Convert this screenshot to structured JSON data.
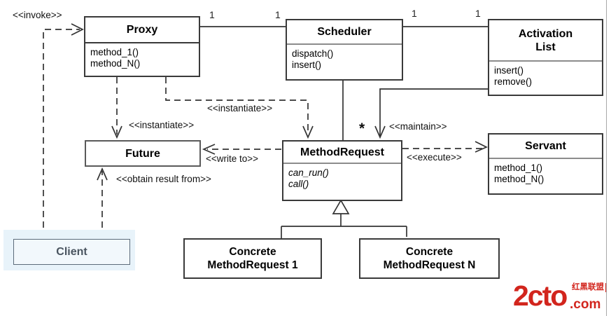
{
  "diagram": {
    "classes": {
      "proxy": {
        "title": "Proxy",
        "methods": [
          "method_1()",
          "method_N()"
        ]
      },
      "scheduler": {
        "title": "Scheduler",
        "methods": [
          "dispatch()",
          "insert()"
        ]
      },
      "activation_list": {
        "title_line1": "Activation",
        "title_line2": "List",
        "methods": [
          "insert()",
          "remove()"
        ]
      },
      "future": {
        "title": "Future"
      },
      "method_request": {
        "title": "MethodRequest",
        "methods": [
          "can_run()",
          "call()"
        ]
      },
      "servant": {
        "title": "Servant",
        "methods": [
          "method_1()",
          "method_N()"
        ]
      },
      "client": {
        "title": "Client"
      },
      "concrete_1": {
        "title_line1": "Concrete",
        "title_line2": "MethodRequest 1"
      },
      "concrete_n": {
        "title_line1": "Concrete",
        "title_line2": "MethodRequest N"
      }
    },
    "labels": {
      "invoke": "<<invoke>>",
      "instantiate_upper": "<<instantiate>>",
      "instantiate_lower": "<<instantiate>>",
      "write_to": "<<write to>>",
      "obtain_result": "<<obtain result from>>",
      "maintain": "<<maintain>>",
      "execute": "<<execute>>"
    },
    "multiplicities": {
      "proxy_scheduler_left": "1",
      "proxy_scheduler_right": "1",
      "scheduler_activation_left": "1",
      "scheduler_activation_right": "1",
      "method_request_many": "*"
    },
    "colors": {
      "line": "#333333",
      "client_highlight": "#e8f3fa",
      "client_text": "#4a5560",
      "watermark_red": "#d2251d"
    }
  },
  "watermark": {
    "logo": "2cto",
    "domain": ".com",
    "alliance": "红黑联盟"
  }
}
